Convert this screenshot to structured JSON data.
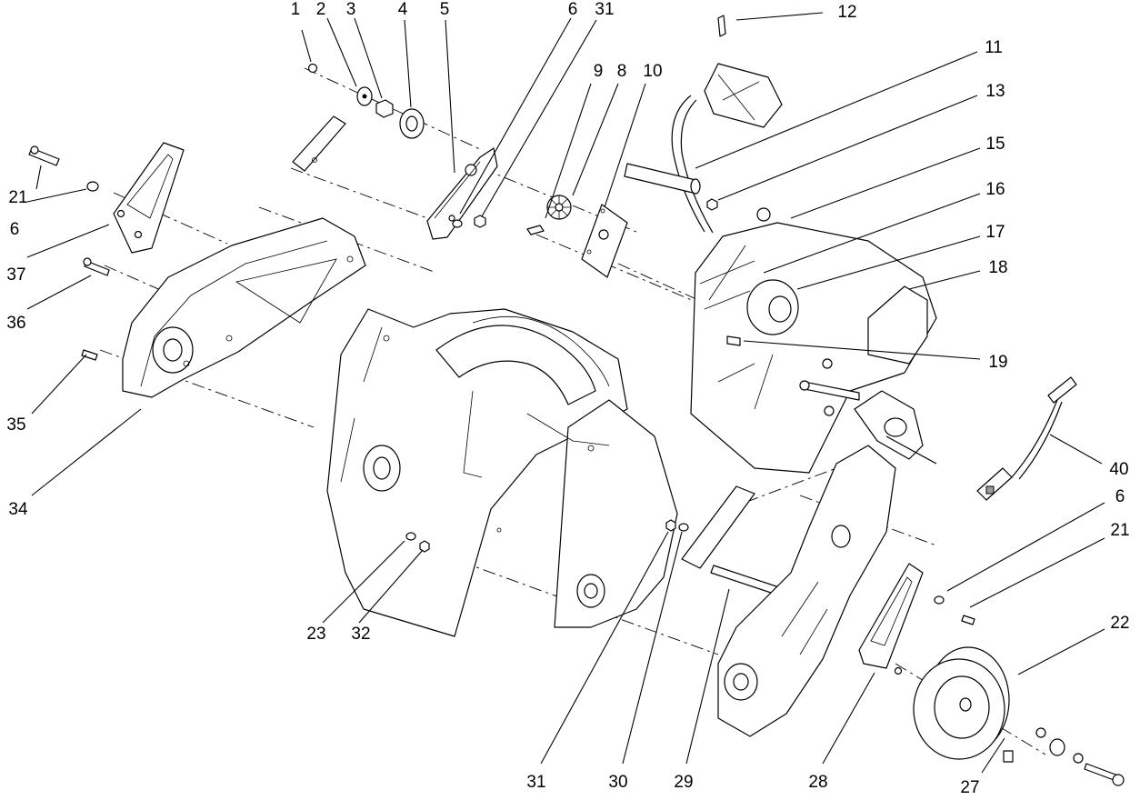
{
  "callouts": [
    {
      "id": "c1",
      "text": "1"
    },
    {
      "id": "c2",
      "text": "2"
    },
    {
      "id": "c3",
      "text": "3"
    },
    {
      "id": "c4",
      "text": "4"
    },
    {
      "id": "c5",
      "text": "5"
    },
    {
      "id": "c6a",
      "text": "6"
    },
    {
      "id": "c31a",
      "text": "31"
    },
    {
      "id": "c12",
      "text": "12"
    },
    {
      "id": "c11",
      "text": "11"
    },
    {
      "id": "c9",
      "text": "9"
    },
    {
      "id": "c8",
      "text": "8"
    },
    {
      "id": "c10",
      "text": "10"
    },
    {
      "id": "c13",
      "text": "13"
    },
    {
      "id": "c15",
      "text": "15"
    },
    {
      "id": "c16",
      "text": "16"
    },
    {
      "id": "c17",
      "text": "17"
    },
    {
      "id": "c18",
      "text": "18"
    },
    {
      "id": "c19",
      "text": "19"
    },
    {
      "id": "c21a",
      "text": "21"
    },
    {
      "id": "c6b",
      "text": "6"
    },
    {
      "id": "c37",
      "text": "37"
    },
    {
      "id": "c36",
      "text": "36"
    },
    {
      "id": "c35",
      "text": "35"
    },
    {
      "id": "c34",
      "text": "34"
    },
    {
      "id": "c40",
      "text": "40"
    },
    {
      "id": "c6c",
      "text": "6"
    },
    {
      "id": "c21b",
      "text": "21"
    },
    {
      "id": "c22",
      "text": "22"
    },
    {
      "id": "c23",
      "text": "23"
    },
    {
      "id": "c32",
      "text": "32"
    },
    {
      "id": "c31b",
      "text": "31"
    },
    {
      "id": "c30",
      "text": "30"
    },
    {
      "id": "c29",
      "text": "29"
    },
    {
      "id": "c28",
      "text": "28"
    },
    {
      "id": "c27",
      "text": "27"
    }
  ]
}
